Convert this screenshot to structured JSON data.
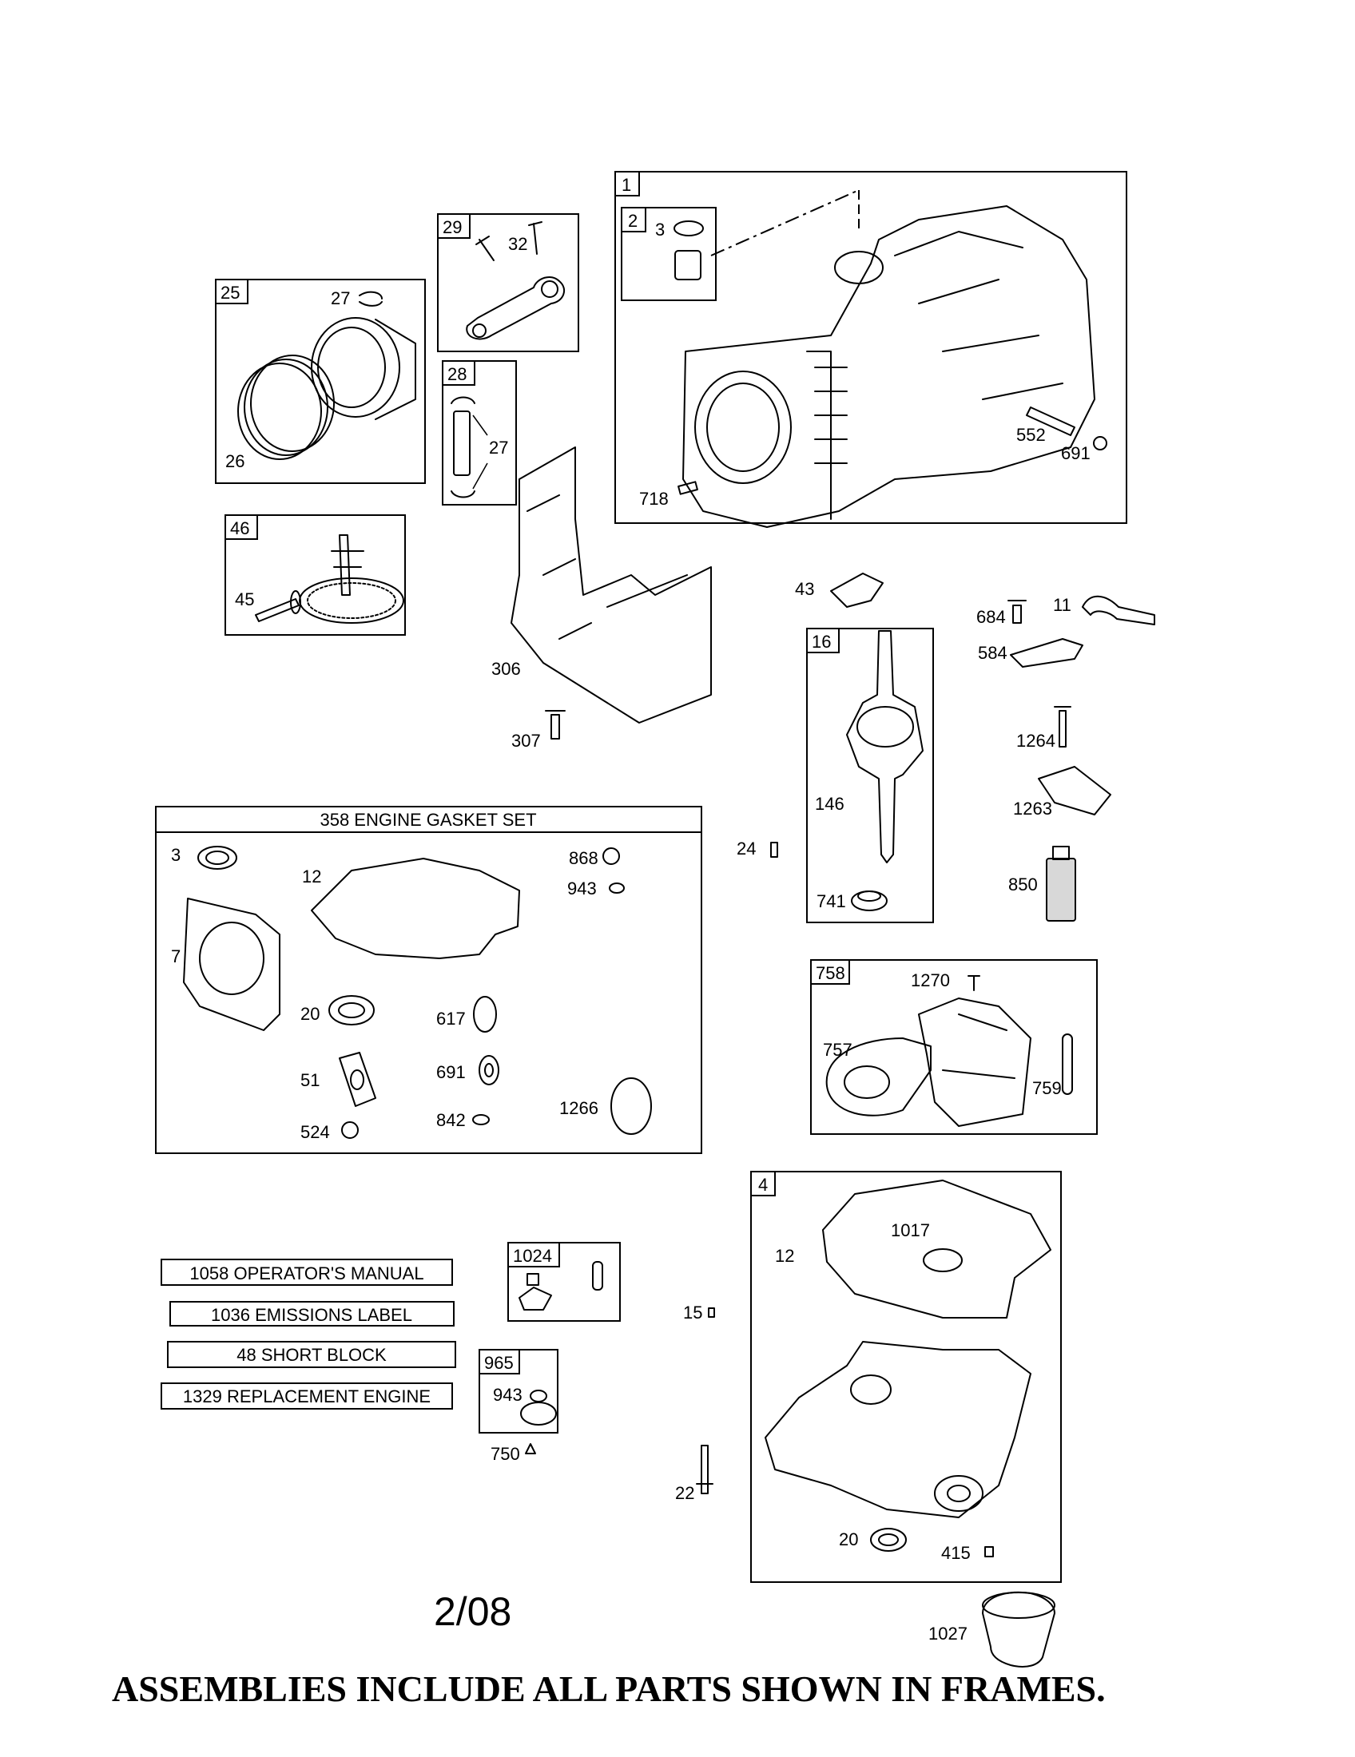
{
  "frames": {
    "f1": "1",
    "f2": "2",
    "f25": "25",
    "f29": "29",
    "f28": "28",
    "f46": "46",
    "f16": "16",
    "f758": "758",
    "f4": "4",
    "f1024": "1024",
    "f965": "965"
  },
  "labels": {
    "p3a": "3",
    "p27a": "27",
    "p32": "32",
    "p26": "26",
    "p27b": "27",
    "p552": "552",
    "p691a": "691",
    "p718": "718",
    "p45": "45",
    "p306": "306",
    "p307": "307",
    "p43": "43",
    "p684": "684",
    "p11": "11",
    "p584": "584",
    "p1264": "1264",
    "p1263": "1263",
    "p146": "146",
    "p24": "24",
    "p741": "741",
    "p850": "850",
    "p3b": "3",
    "p12a": "12",
    "p868": "868",
    "p943a": "943",
    "p7": "7",
    "p20a": "20",
    "p617": "617",
    "p691b": "691",
    "p51": "51",
    "p842": "842",
    "p1266": "1266",
    "p524": "524",
    "p1270": "1270",
    "p757": "757",
    "p759": "759",
    "p1017": "1017",
    "p12b": "12",
    "p15": "15",
    "p943b": "943",
    "p750": "750",
    "p22": "22",
    "p20b": "20",
    "p415": "415",
    "p1027": "1027"
  },
  "gasket_set_title": "358 ENGINE GASKET SET",
  "callouts": {
    "manual": "1058 OPERATOR'S MANUAL",
    "emissions": "1036 EMISSIONS LABEL",
    "short_block": "48 SHORT BLOCK",
    "replacement": "1329 REPLACEMENT ENGINE"
  },
  "date": "2/08",
  "footer": "ASSEMBLIES INCLUDE ALL PARTS SHOWN IN FRAMES."
}
